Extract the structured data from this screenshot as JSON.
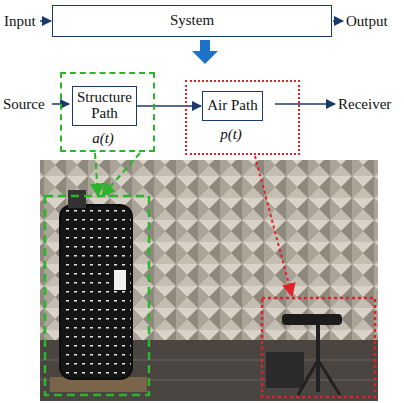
{
  "diagram": {
    "nodes": [
      {
        "text": [
          "System"
        ]
      },
      {
        "text": [
          "a(t)"
        ]
      },
      {
        "text": [
          "Structure Path"
        ],
        "in": 1
      },
      {
        "text": [
          "p(t)"
        ]
      },
      {
        "text": [
          "Air Path"
        ],
        "in": 3
      }
    ],
    "edges": [
      {
        "from": 2,
        "to": 4,
        "arrow": "to"
      }
    ],
    "labels": [
      "Input",
      "Output",
      "Source",
      "Receiver"
    ]
  }
}
